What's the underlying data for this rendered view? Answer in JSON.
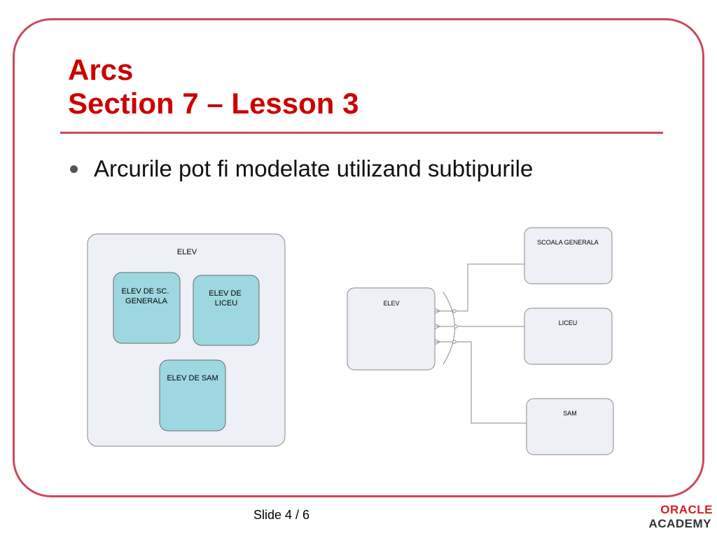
{
  "slide": {
    "title_line1": "Arcs",
    "title_line2": "Section 7 – Lesson 3",
    "bullet": "Arcurile pot fi modelate utilizand subtipurile",
    "footer": "Slide 4 / 6"
  },
  "logo": {
    "line1": "ORACLE",
    "line2": "ACADEMY"
  },
  "left_diagram": {
    "supertype": "ELEV",
    "subtypes": [
      "ELEV DE SC. GENERALA",
      "ELEV DE LICEU",
      "ELEV DE SAM"
    ]
  },
  "right_diagram": {
    "source": "ELEV",
    "targets": [
      "SCOALA GENERALA",
      "LICEU",
      "SAM"
    ]
  },
  "colors": {
    "accent": "#cc0000",
    "frame": "#c94a5b",
    "supertype_fill": "#eef0f8",
    "subtype_fill": "#9dd8e0",
    "entity_fill": "#eef0f8",
    "stroke": "#8a8a8a"
  }
}
